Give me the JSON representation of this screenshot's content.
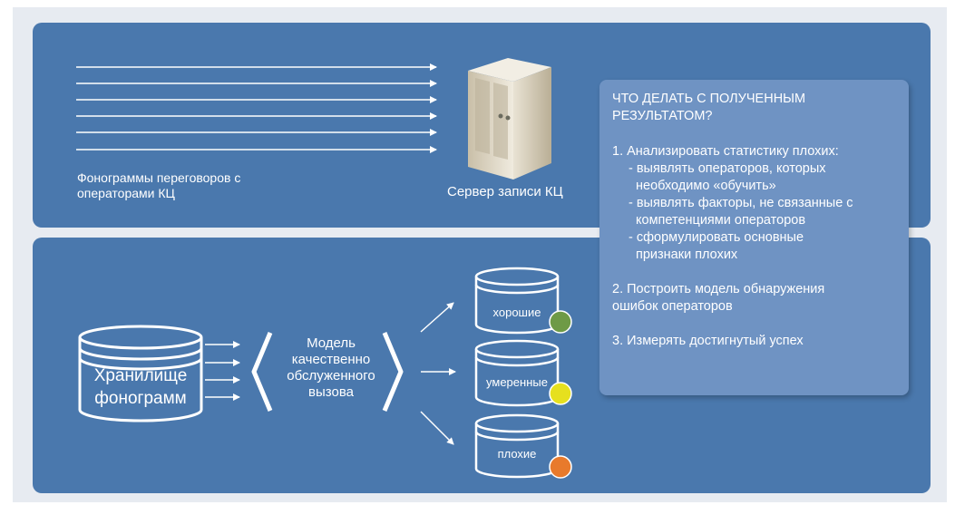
{
  "top_panel": {
    "caption_line1": "Фонограммы переговоров с",
    "caption_line2": "операторами КЦ",
    "server_label": "Сервер записи КЦ"
  },
  "info": {
    "title_line1": "ЧТО ДЕЛАТЬ С ПОЛУЧЕННЫМ",
    "title_line2": "РЕЗУЛЬТАТОМ?",
    "item1": "1. Анализировать статистику плохих:",
    "item1_sub1_line1": "- выявлять операторов, которых",
    "item1_sub1_line2": "необходимо «обучить»",
    "item1_sub2_line1": "- выявлять факторы, не связанные с",
    "item1_sub2_line2": "компетенциями операторов",
    "item1_sub3_line1": "- сформулировать основные",
    "item1_sub3_line2": "признаки плохих",
    "item2_line1": "2. Построить модель обнаружения",
    "item2_line2": "ошибок операторов",
    "item3": "3. Измерять достигнутый успех"
  },
  "bottom_panel": {
    "storage_line1": "Хранилище",
    "storage_line2": "фонограмм",
    "model_line1": "Модель",
    "model_line2": "качественно",
    "model_line3": "обслуженного",
    "model_line4": "вызова",
    "outputs": [
      {
        "label": "хорошие",
        "color": "#6e9a46"
      },
      {
        "label": "умеренные",
        "color": "#e6e01e"
      },
      {
        "label": "плохие",
        "color": "#e87a2c"
      }
    ]
  },
  "colors": {
    "panel": "#4a78ad",
    "info_box": "#6f93c3",
    "background": "#e7ebf1"
  }
}
